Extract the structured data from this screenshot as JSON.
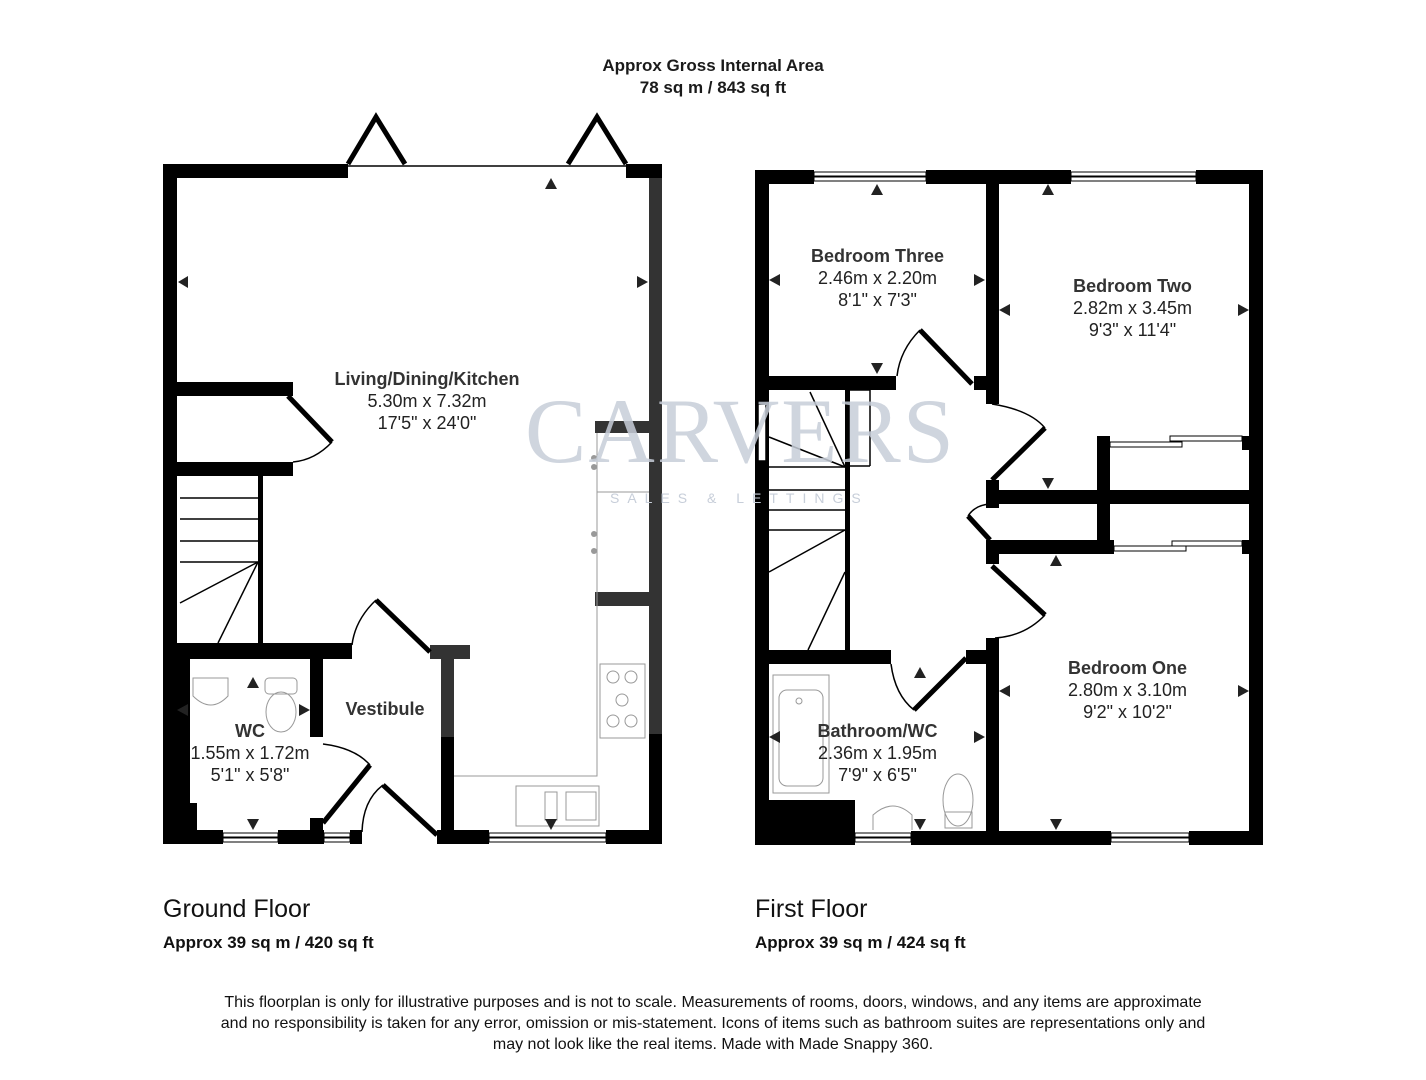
{
  "header": {
    "title": "Approx Gross Internal Area",
    "total_area": "78 sq m / 843 sq ft"
  },
  "watermark": {
    "brand": "CARVERS",
    "tagline": "SALES & LETTINGS"
  },
  "ground_floor": {
    "title": "Ground Floor",
    "area": "Approx 39 sq m / 420 sq ft",
    "rooms": [
      {
        "name": "Living/Dining/Kitchen",
        "metric": "5.30m x 7.32m",
        "imperial": "17'5\" x 24'0\""
      },
      {
        "name": "WC",
        "metric": "1.55m x 1.72m",
        "imperial": "5'1\" x 5'8\""
      },
      {
        "name": "Vestibule",
        "metric": "",
        "imperial": ""
      }
    ]
  },
  "first_floor": {
    "title": "First Floor",
    "area": "Approx 39 sq m / 424 sq ft",
    "rooms": [
      {
        "name": "Bedroom Three",
        "metric": "2.46m x 2.20m",
        "imperial": "8'1\" x 7'3\""
      },
      {
        "name": "Bedroom Two",
        "metric": "2.82m x 3.45m",
        "imperial": "9'3\" x 11'4\""
      },
      {
        "name": "Bedroom One",
        "metric": "2.80m x 3.10m",
        "imperial": "9'2\" x 10'2\""
      },
      {
        "name": "Bathroom/WC",
        "metric": "2.36m x 1.95m",
        "imperial": "7'9\" x 6'5\""
      }
    ]
  },
  "disclaimer": {
    "line1": "This floorplan is only for illustrative purposes and is not to scale. Measurements of rooms, doors, windows, and any items are approximate",
    "line2": "and no responsibility is taken for any error, omission or mis-statement. Icons of items such as bathroom suites are representations only and",
    "line3": "may not look like the real items. Made with Made Snappy 360."
  },
  "colors": {
    "wall": "#000000",
    "wall_dark_gray": "#333333",
    "fixture_line": "#999999",
    "watermark": "#c7ced9"
  }
}
